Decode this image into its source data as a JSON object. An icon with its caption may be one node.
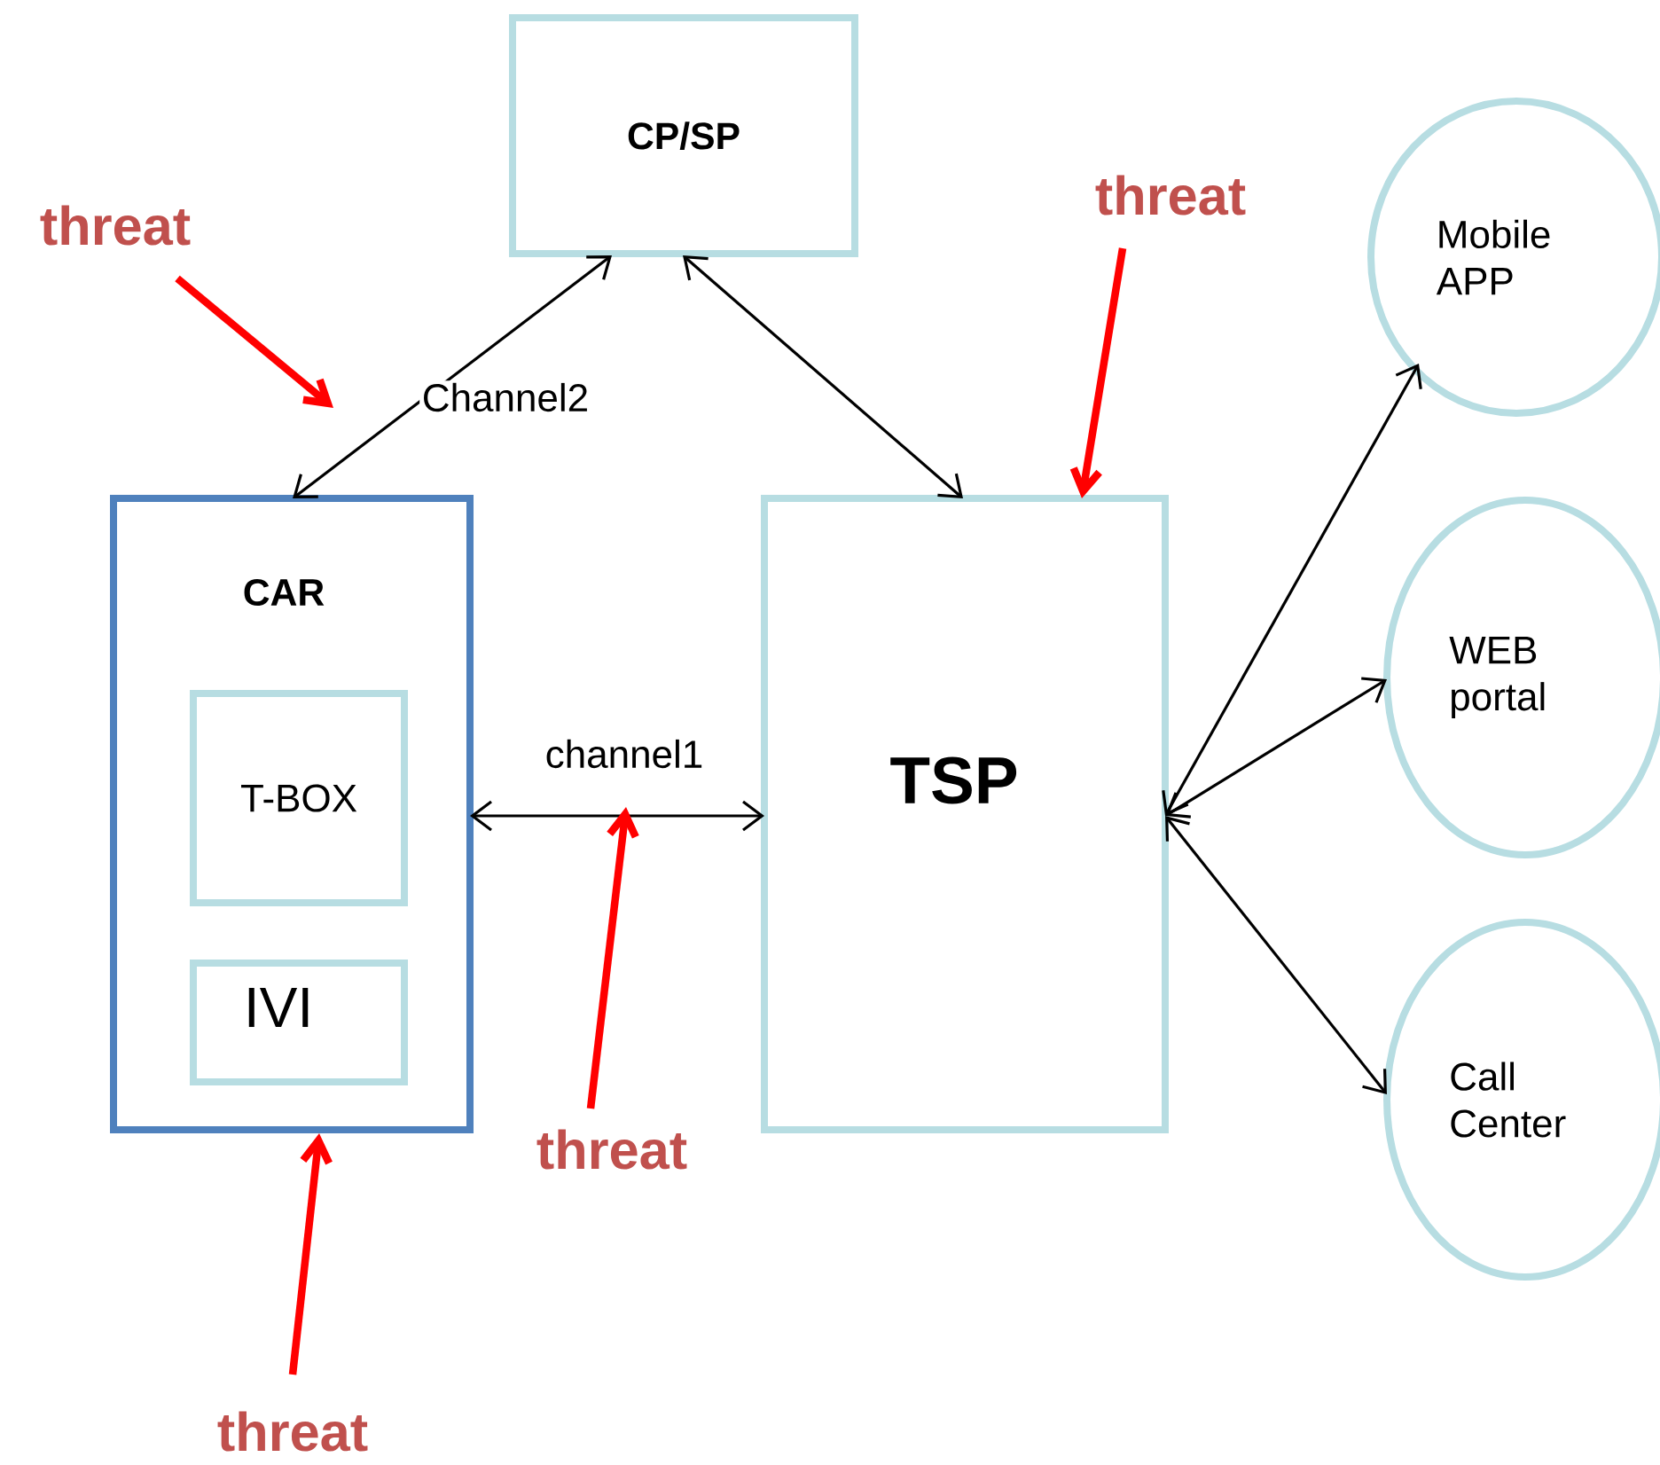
{
  "diagram": {
    "nodes": [
      {
        "text": [
          "CP/SP"
        ]
      },
      {
        "text": [
          "CAR"
        ]
      },
      {
        "text": [
          "T-BOX"
        ],
        "in": 1
      },
      {
        "text": [
          "IVI"
        ],
        "in": 1
      },
      {
        "text": [
          "TSP"
        ]
      },
      {
        "text": [
          "Mobile APP"
        ]
      },
      {
        "text": [
          "WEB portal"
        ]
      },
      {
        "text": [
          "Call Center"
        ]
      },
      {
        "text": [
          "threat"
        ]
      },
      {
        "text": [
          "threat"
        ]
      },
      {
        "text": [
          "threat"
        ]
      },
      {
        "text": [
          "threat"
        ]
      }
    ],
    "edges": [
      {
        "from": 1,
        "to": 0,
        "arrow": "both",
        "label": "Channel2"
      },
      {
        "from": 0,
        "to": 4,
        "arrow": "both"
      },
      {
        "from": 1,
        "to": 4,
        "arrow": "both",
        "label": "channel1"
      },
      {
        "from": 4,
        "to": 5,
        "arrow": "both"
      },
      {
        "from": 4,
        "to": 6,
        "arrow": "both"
      },
      {
        "from": 4,
        "to": 7,
        "arrow": "both"
      },
      {
        "from": 8,
        "to": null,
        "arrow": "to",
        "style": "thick",
        "color": "#ff0000"
      },
      {
        "from": 9,
        "to": 4,
        "arrow": "to",
        "style": "thick",
        "color": "#ff0000"
      },
      {
        "from": 10,
        "to": null,
        "arrow": "to",
        "style": "thick",
        "color": "#ff0000"
      },
      {
        "from": 11,
        "to": 1,
        "arrow": "to",
        "style": "thick",
        "color": "#ff0000"
      }
    ]
  }
}
